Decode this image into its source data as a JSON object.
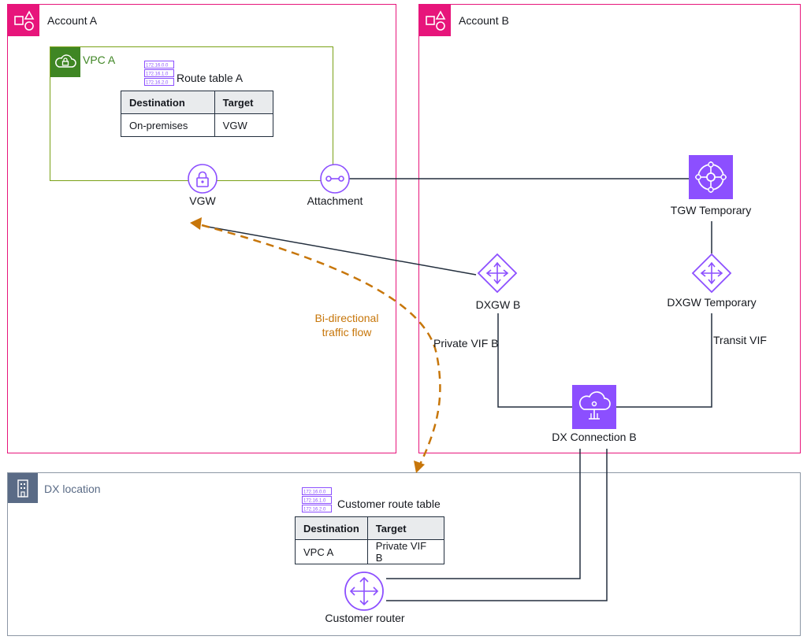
{
  "account_a": {
    "label": "Account A"
  },
  "account_b": {
    "label": "Account B"
  },
  "vpc_a": {
    "label": "VPC A"
  },
  "dx_location": {
    "label": "DX location"
  },
  "route_table_a": {
    "title": "Route table A",
    "icon_lines": [
      "172.16.0.0",
      "172.16.1.0",
      "172.16.2.0"
    ],
    "headers": [
      "Destination",
      "Target"
    ],
    "rows": [
      [
        "On-premises",
        "VGW"
      ]
    ]
  },
  "customer_route_table": {
    "title": "Customer route table",
    "icon_lines": [
      "172.16.0.0",
      "172.16.1.0",
      "172.16.2.0"
    ],
    "headers": [
      "Destination",
      "Target"
    ],
    "rows": [
      [
        "VPC A",
        "Private VIF B"
      ]
    ]
  },
  "nodes": {
    "vgw": {
      "label": "VGW",
      "icon": "lock-icon"
    },
    "attachment": {
      "label": "Attachment",
      "icon": "attachment-icon"
    },
    "tgw": {
      "label": "TGW Temporary",
      "icon": "transit-gateway-icon"
    },
    "dxgw_b": {
      "label": "DXGW B",
      "icon": "direct-connect-gateway-icon"
    },
    "dxgw_temp": {
      "label": "DXGW Temporary",
      "icon": "direct-connect-gateway-icon"
    },
    "dx_connection": {
      "label": "DX Connection B",
      "icon": "direct-connect-icon"
    },
    "customer_router": {
      "label": "Customer router",
      "icon": "router-icon"
    }
  },
  "links": {
    "private_vif": "Private VIF B",
    "transit_vif": "Transit VIF",
    "traffic_flow": [
      "Bi-directional",
      "traffic flow"
    ]
  },
  "colors": {
    "account": "#e7157b",
    "vpc": "#7aa116",
    "vpc_text": "#3f8624",
    "dx_location": "#8c97a5",
    "network_icon": "#8c4fff",
    "line": "#232f3e",
    "flow": "#c7760a"
  }
}
